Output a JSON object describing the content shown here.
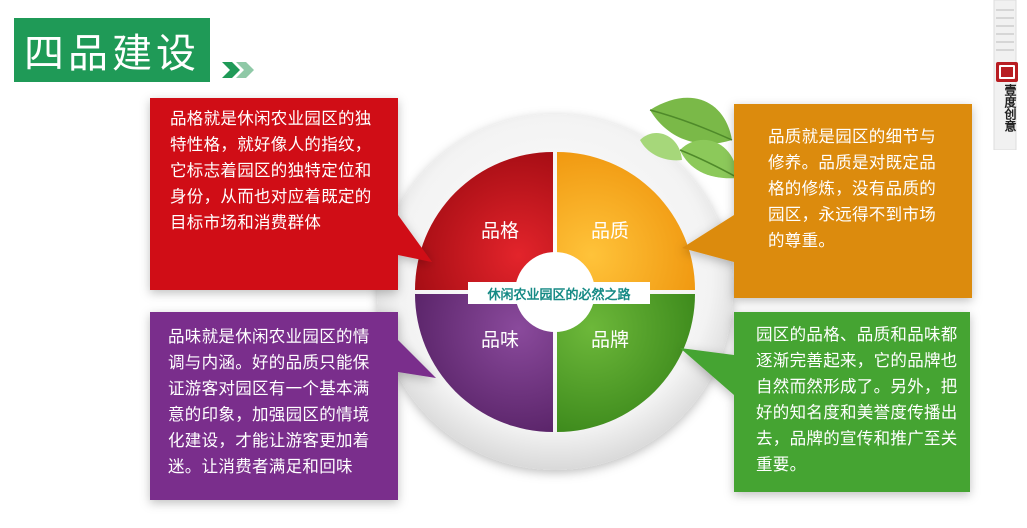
{
  "title": "四品建设",
  "brand": {
    "name": "壹度创意"
  },
  "center": {
    "label": "休闲农业园区的必然之路"
  },
  "quadrants": {
    "top_left": {
      "label": "品格",
      "color": "#c4141c"
    },
    "top_right": {
      "label": "品质",
      "color": "#f4a81d"
    },
    "bottom_left": {
      "label": "品味",
      "color": "#6f3282"
    },
    "bottom_right": {
      "label": "品牌",
      "color": "#4f9e27"
    }
  },
  "descriptions": {
    "pinge": "品格就是休闲农业园区的独特性格，就好像人的指纹，它标志着园区的独特定位和身份，从而也对应着既定的目标市场和消费群体",
    "pinzhi": "品质就是园区的细节与修养。品质是对既定品格的修炼，没有品质的园区，永远得不到市场的尊重。",
    "pinwei": "品味就是休闲农业园区的情调与内涵。好的品质只能保证游客对园区有一个基本满意的印象，加强园区的情境化建设，才能让游客更加着迷。让消费者满足和回味",
    "pinpai": "园区的品格、品质和品味都逐渐完善起来，它的品牌也自然而然形成了。另外，把好的知名度和美誉度传播出去，品牌的宣传和推广至关重要。"
  },
  "colors": {
    "title_bg": "#1f9a57",
    "red_box": "#d01019",
    "orange_box": "#dc8b0c",
    "purple_box": "#7a2f8c",
    "green_box": "#45a431"
  }
}
